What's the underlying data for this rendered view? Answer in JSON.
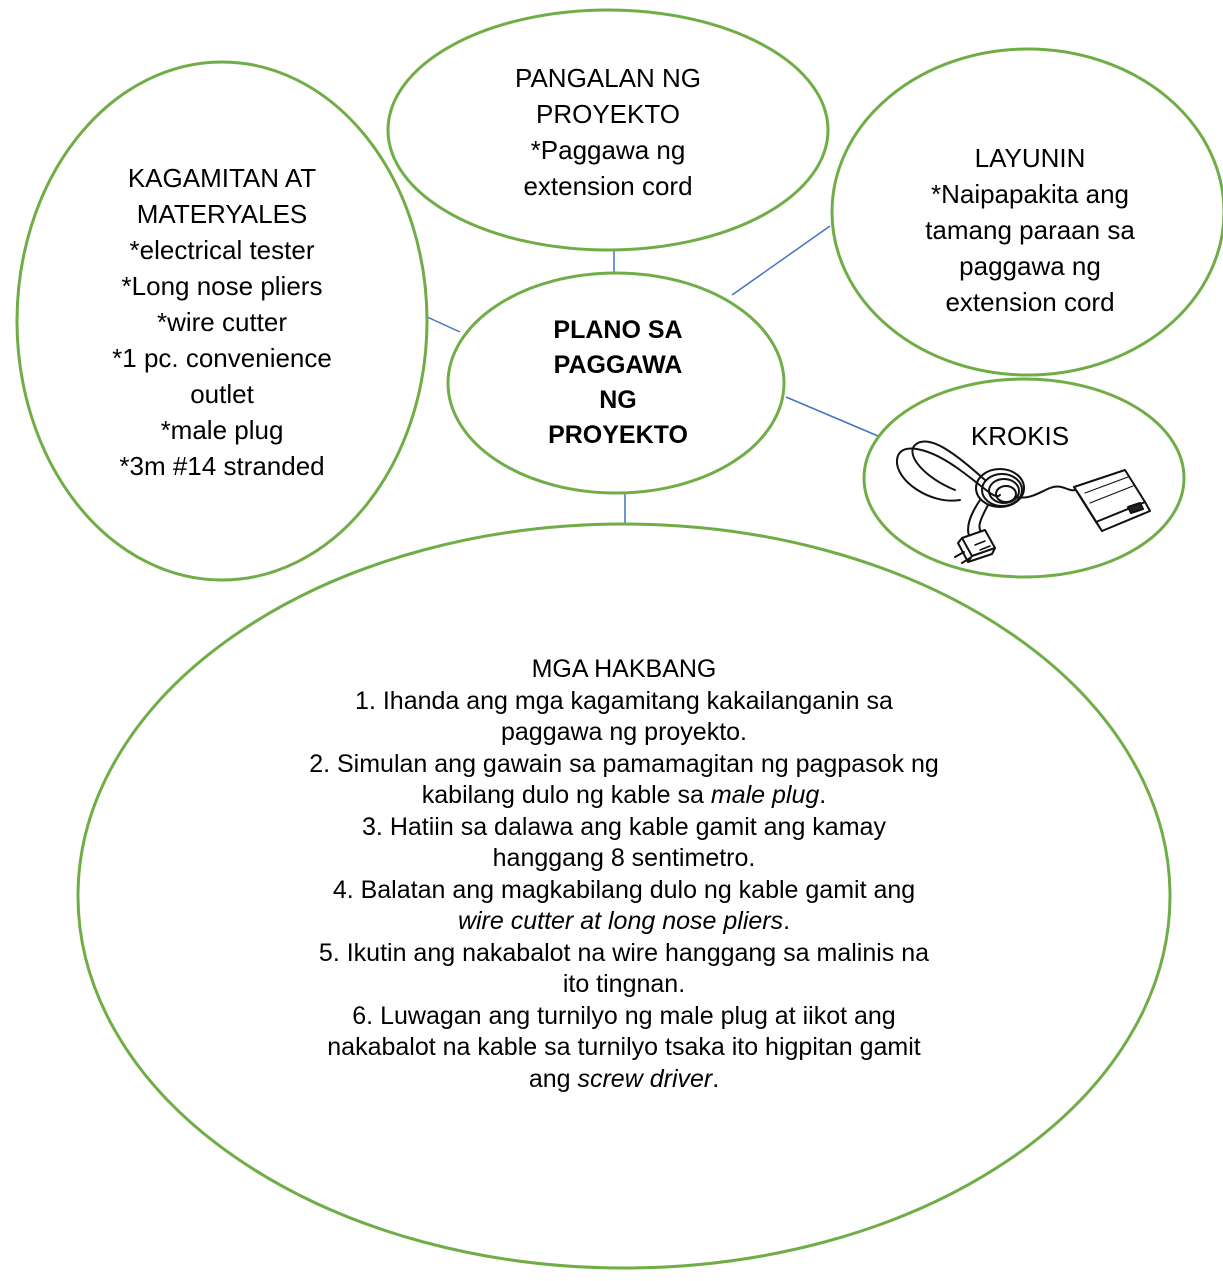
{
  "colors": {
    "ellipse_stroke": "#70ad47",
    "connector": "#4472c4",
    "text": "#000000",
    "background": "#ffffff"
  },
  "center": {
    "lines": [
      "PLANO SA",
      "PAGGAWA",
      "NG",
      "PROYEKTO"
    ]
  },
  "pangalan": {
    "title_lines": [
      "PANGALAN NG",
      "PROYEKTO"
    ],
    "lines": [
      "*Paggawa ng",
      "extension cord"
    ]
  },
  "layunin": {
    "title": "LAYUNIN",
    "lines": [
      "*Naipapakita ang",
      "tamang paraan sa",
      "paggawa ng",
      "extension cord"
    ]
  },
  "kagamitan": {
    "title_lines": [
      "KAGAMITAN AT",
      "MATERYALES"
    ],
    "items": [
      "*electrical tester",
      "*Long nose pliers",
      "*wire cutter",
      "*1 pc. convenience",
      "outlet",
      "*male plug",
      "*3m #14 stranded"
    ]
  },
  "krokis": {
    "title": "KROKIS",
    "image_icon": "extension-cord-sketch-icon"
  },
  "hakbang": {
    "title": "MGA HAKBANG",
    "s1": [
      "1. Ihanda ang mga kagamitang kakailanganin sa",
      "paggawa ng proyekto."
    ],
    "s2": [
      "2. Simulan ang gawain sa pamamagitan ng pagpasok ng",
      "kabilang dulo ng kable sa ",
      "male plug",
      "."
    ],
    "s3": [
      "3. Hatiin sa dalawa ang kable gamit ang kamay",
      "hanggang 8 sentimetro."
    ],
    "s4": [
      "4. Balatan ang magkabilang dulo ng kable gamit ang",
      "wire cutter at long nose pliers",
      "."
    ],
    "s5": [
      "5. Ikutin ang nakabalot na wire hanggang sa malinis na",
      "ito tingnan."
    ],
    "s6": [
      "6. Luwagan ang turnilyo ng male plug at iikot ang",
      "nakabalot na kable sa turnilyo tsaka ito higpitan gamit",
      "ang ",
      "screw driver",
      "."
    ]
  }
}
